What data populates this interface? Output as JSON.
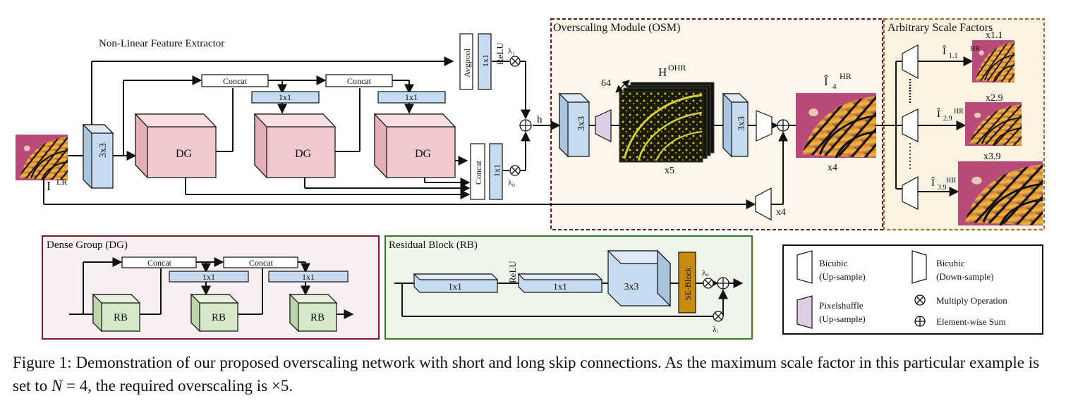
{
  "labels": {
    "nlfe_title": "Non-Linear Feature Extractor",
    "conv3x3": "3x3",
    "dg": "DG",
    "concat": "Concat",
    "conv1x1": "1x1",
    "avgpool": "Avgpool",
    "relu": "ReLU",
    "lambda1": "λ₁",
    "lambda0": "λ₀",
    "h": "h",
    "ilr_main": "I",
    "ilr_sup": "LR",
    "times4": "x4"
  },
  "osm": {
    "title": "Overscaling Module (OSM)",
    "channels": "64",
    "h_ohr_main": "H",
    "h_ohr_sup": "OHR",
    "x5": "x5",
    "i4_main": "Î",
    "i4_sub": "4",
    "i4_sup": "HR",
    "x4": "x4"
  },
  "asf": {
    "title": "Arbitrary Scale Factors",
    "scales": [
      "x1.1",
      "x2.9",
      "x3.9"
    ],
    "outputs": [
      {
        "main": "Î",
        "sub": "1.1",
        "sup": "HR"
      },
      {
        "main": "Î",
        "sub": "2.9",
        "sup": "HR"
      },
      {
        "main": "Î",
        "sub": "3.9",
        "sup": "HR"
      }
    ]
  },
  "dense_group": {
    "title": "Dense Group (DG)",
    "rb": "RB",
    "concat": "Concat",
    "conv1x1": "1x1"
  },
  "residual_block": {
    "title": "Residual Block (RB)",
    "conv1x1": "1x1",
    "relu": "ReLU",
    "conv3x3": "3x3",
    "se_block": "SE-Block",
    "lambda_o": "λₒ",
    "lambda_i": "λᵢ"
  },
  "legend": {
    "items": [
      {
        "label1": "Bicubic",
        "label2": "(Up-sample)"
      },
      {
        "label1": "Bicubic",
        "label2": "(Down-sample)"
      },
      {
        "label1": "Pixelshuffle",
        "label2": "(Up-sample)"
      },
      {
        "label1": "Multiply Operation",
        "label2": ""
      },
      {
        "label1": "Element-wise Sum",
        "label2": ""
      }
    ]
  },
  "caption": {
    "part1": "Figure 1: Demonstration of our proposed overscaling network with short and long skip connections. As the maximum scale factor in this particular example is set to ",
    "var": "N",
    "part2": " = 4, the required overscaling is ×5."
  },
  "colors": {
    "conv_blue": "#c6dbef",
    "dg_pink": "#f2c9cf",
    "rb_green": "#d6e9c9",
    "pixelshuffle_purple": "#dccfe4",
    "se_block": "#c98a10",
    "osm_bg": "#fcf7ea",
    "dg_bg": "#f8eff0",
    "rb_bg": "#eef6ea",
    "osm_border": "#6b1a1a",
    "asf_border": "#a86a1a",
    "dg_border": "#7a1a22",
    "rb_border": "#3b7a2a"
  }
}
